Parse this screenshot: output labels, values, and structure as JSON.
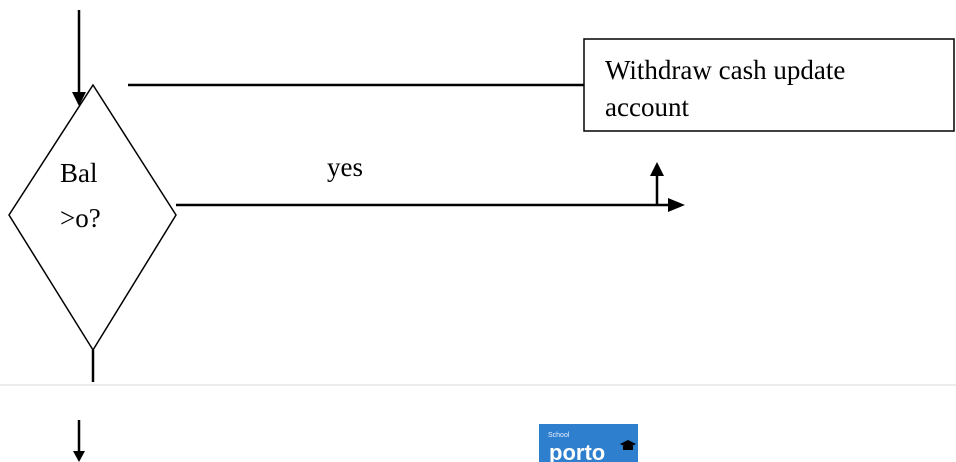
{
  "diagram": {
    "decision": {
      "line1": "Bal",
      "line2": ">o?"
    },
    "process": {
      "line1": "Withdraw cash update",
      "line2": "account"
    },
    "yes_label": "yes"
  },
  "logo": {
    "small_text": "School",
    "main_text": "porto",
    "bg_color": "#2f7fcf"
  },
  "colors": {
    "stroke": "#000000",
    "divider": "#d9d9d9"
  }
}
